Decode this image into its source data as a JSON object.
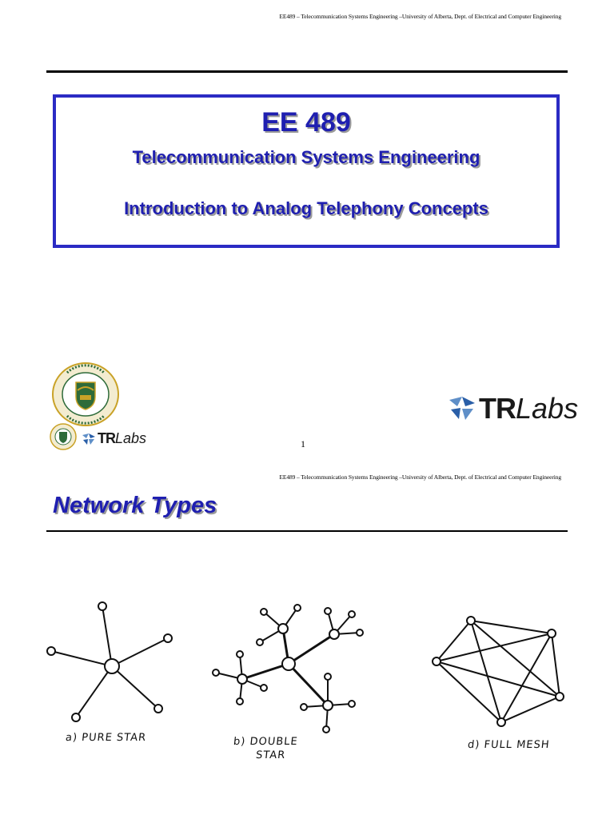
{
  "page1": {
    "running_header": "EE489 – Telecommunication Systems Engineering –University of Alberta, Dept. of Electrical and Computer Engineering",
    "course_code": "EE 489",
    "course_title": "Telecommunication Systems Engineering",
    "lecture_title": "Introduction to Analog Telephony Concepts",
    "page_number": "1",
    "logos": {
      "university_seal_text_top": "UNIVERSITY OF ALBERTA",
      "university_seal_motto": "QUAECUMQUE VERA",
      "trlabs_bold": "TR",
      "trlabs_italic": "Labs"
    }
  },
  "page2": {
    "running_header": "EE489 – Telecommunication Systems Engineering –University of Alberta, Dept. of Electrical and Computer Engineering",
    "section_title": "Network Types",
    "diagrams": [
      {
        "caption_line1": "a) PURE STAR",
        "caption_line2": ""
      },
      {
        "caption_line1": "b) DOUBLE",
        "caption_line2": "STAR"
      },
      {
        "caption_line1": "d) FULL MESH",
        "caption_line2": ""
      }
    ]
  },
  "colors": {
    "title_blue": "#1f1fb0",
    "box_border": "#2b2bc4",
    "seal_green": "#2e6b3a",
    "seal_gold": "#c9a227",
    "trlabs_blue": "#2a5fa8"
  }
}
